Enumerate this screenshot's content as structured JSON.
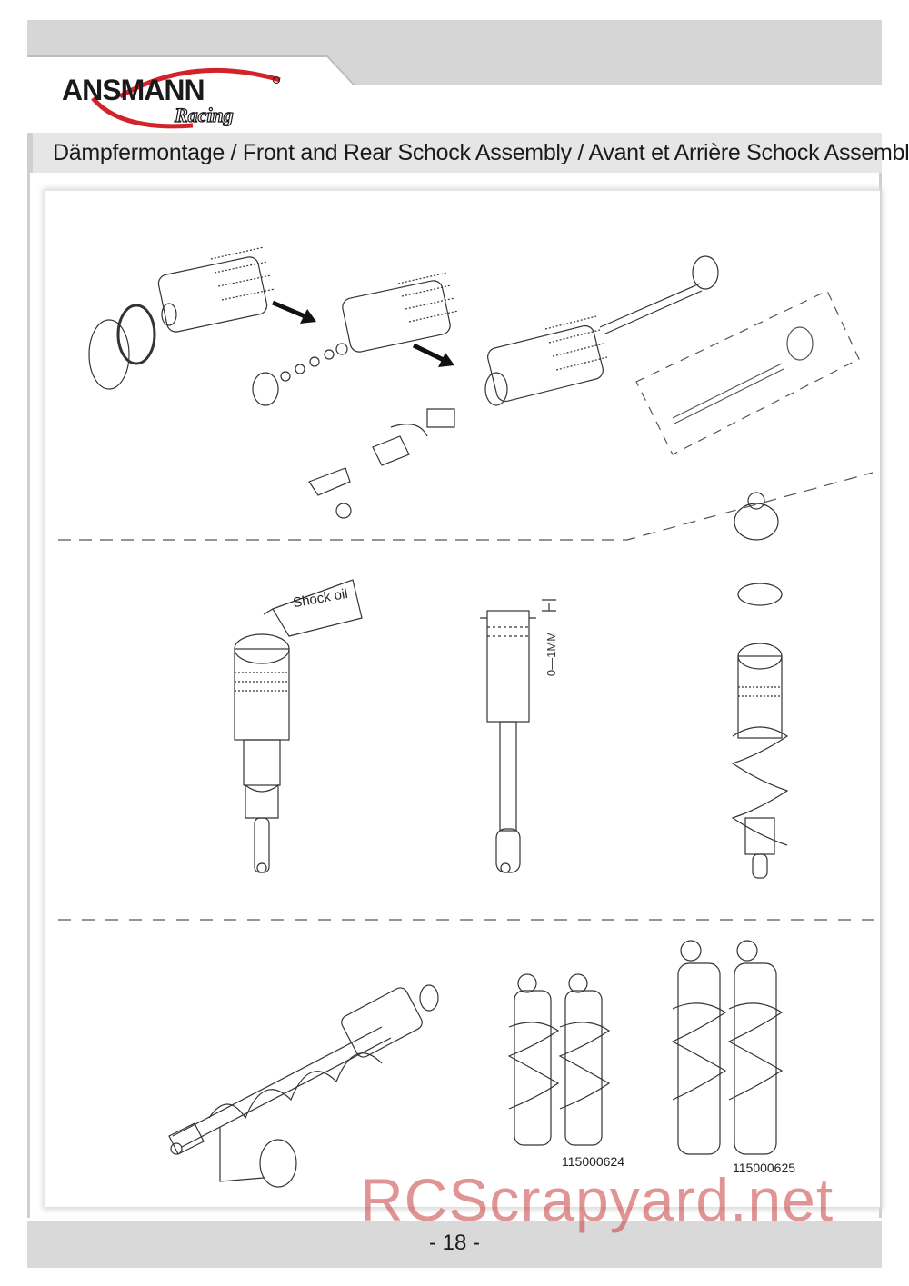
{
  "header": {
    "brand": "ANSMANN",
    "sub_brand": "Racing",
    "colors": {
      "accent": "#d2232a",
      "band": "#d6d6d6",
      "text": "#1a1a1a"
    }
  },
  "title": "Dämpfermontage / Front and Rear Schock Assembly / Avant et Arrière Schock Assemblée",
  "steps": {
    "oil_bottle_label": "Shock oil",
    "gap_label": "0—1MM"
  },
  "products": [
    {
      "part_number": "115000624"
    },
    {
      "part_number": "115000625"
    }
  ],
  "footer": {
    "page": "- 18 -"
  },
  "watermark": "RCScrapyard.net"
}
